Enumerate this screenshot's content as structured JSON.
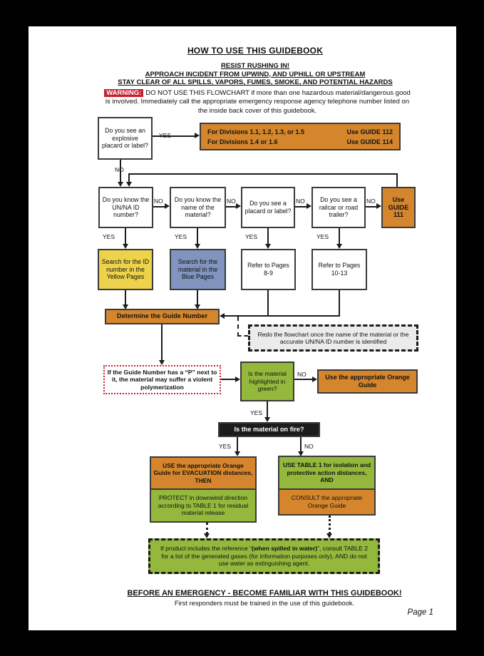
{
  "page": {
    "title": "HOW TO USE THIS GUIDEBOOK",
    "rules": [
      "RESIST RUSHING IN!",
      "APPROACH INCIDENT FROM UPWIND, AND UPHILL OR UPSTREAM",
      "STAY CLEAR OF ALL SPILLS, VAPORS, FUMES, SMOKE, AND POTENTIAL HAZARDS"
    ],
    "warning_label": "WARNING:",
    "warning_text": "DO NOT USE THIS FLOWCHART if more than one hazardous material/dangerous good is involved. Immediately call the appropriate emergency response agency telephone number listed on the inside back cover of this guidebook.",
    "footer_headline": "BEFORE AN EMERGENCY - BECOME FAMILIAR WITH THIS GUIDEBOOK!",
    "footer_note": "First responders must be trained in the use of this guidebook.",
    "page_number": "Page 1"
  },
  "labels": {
    "yes": "YES",
    "no": "NO"
  },
  "flow": {
    "q_explosive": "Do you see an explosive placard or label?",
    "div_row1_left": "For Divisions 1.1, 1.2, 1.3, or 1.5",
    "div_row1_right": "Use GUIDE 112",
    "div_row2_left": "For Divisions 1.4 or 1.6",
    "div_row2_right": "Use GUIDE 114",
    "q_id": "Do you know the UN/NA ID number?",
    "q_name": "Do you know the name of the material?",
    "q_placard": "Do you see a placard or label?",
    "q_railcar": "Do you see a railcar or road trailer?",
    "guide_111": "Use GUIDE 111",
    "search_yellow": "Search for the ID number in the Yellow Pages",
    "search_blue": "Search for the material in the Blue Pages",
    "refer_8_9": "Refer to Pages 8-9",
    "refer_10_13": "Refer to Pages 10-13",
    "determine": "Determine the Guide Number",
    "redo_note": "Redo the flowchart once the name of the material or the accurate UN/NA ID number is identified",
    "p_note": "If the Guide Number has a “P” next to it, the material may suffer a violent polymerization",
    "q_green": "Is the material highlighted in green?",
    "use_orange_guide": "Use the appropriate Orange Guide",
    "q_fire": "Is the material on fire?",
    "fire_yes_top": "USE the appropriate Orange Guide for EVACUATION distances, THEN",
    "fire_yes_bottom": "PROTECT in downwind direction according to TABLE 1 for residual material release",
    "fire_no_top": "USE TABLE 1 for isolation and protective action distances, AND",
    "fire_no_bottom": "CONSULT the appropriate Orange Guide",
    "water_pre": "If product includes the reference “",
    "water_bold": "(when spilled in water)",
    "water_post": "”, consult TABLE 2 for a list of the generated gases (for information purposes only), AND do not use water as extinguishing agent."
  },
  "colors": {
    "orange": "#d5862d",
    "yellow": "#ecd34b",
    "blue": "#8094bd",
    "green": "#93b83c",
    "warning_red": "#c5202e",
    "box_black": "#1c1c1c"
  }
}
